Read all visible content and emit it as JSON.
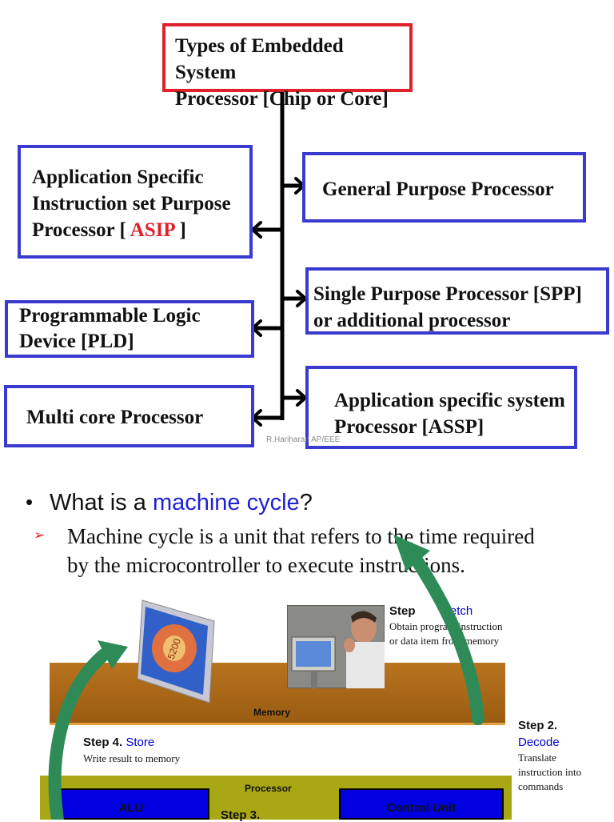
{
  "diagram": {
    "root": {
      "line1": "Types of Embedded System",
      "line2": "Processor [Chip or Core]"
    },
    "asip": {
      "line1": "Application Specific",
      "line2": "Instruction set  Purpose",
      "line3_prefix": "Processor [ ",
      "line3_highlight": "ASIP",
      "line3_suffix": " ]"
    },
    "gpp": {
      "text": "General Purpose Processor"
    },
    "pld": {
      "line1": "Programmable Logic",
      "line2": "Device [PLD]"
    },
    "spp": {
      "line1": "Single Purpose Processor [SPP]",
      "line2": "or additional processor"
    },
    "multicore": {
      "text": "Multi core Processor"
    },
    "assp": {
      "line1": "Application specific system",
      "line2": "Processor [ASSP]"
    },
    "credit": "R.Hariharan AP/EEE"
  },
  "text": {
    "bullet": "•",
    "question_prefix": "What is a ",
    "question_highlight": "machine cycle",
    "question_suffix": "?",
    "arrow_marker": "➢",
    "answer_line1": "Machine cycle is a unit that refers to the time required",
    "answer_line2": "by the microcontroller to execute instructions."
  },
  "cycle": {
    "step1_label": "Step",
    "step1_name": "Fetch",
    "step1_desc1": "Obtain program instruction",
    "step1_desc2": "or data item from memory",
    "step2_label": "Step 2.",
    "step2_name": "Decode",
    "step2_desc1": "Translate",
    "step2_desc2": "instruction into",
    "step2_desc3": "commands",
    "step3_label": "Step 3.",
    "step4_label": "Step 4.",
    "step4_name": "Store",
    "step4_desc": "Write result to memory",
    "memory_label": "Memory",
    "processor_label": "Processor",
    "alu_label": "ALU",
    "control_label": "Control Unit",
    "monitor_text": "5200"
  },
  "colors": {
    "blue_border": "#3a3ad0",
    "red_border": "#e0202a",
    "memory_bar": "#b8731e",
    "processor_bar": "#a8a814",
    "unit_blue": "#0000e0",
    "arrow_green": "#2e8b57"
  }
}
